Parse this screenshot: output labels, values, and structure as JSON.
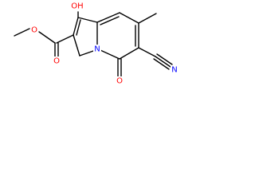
{
  "molecule": {
    "atom_labels": {
      "hydroxyl": "OH",
      "ester_carbonyl_o": "O",
      "ester_ether_o": "O",
      "ring_nitrogen": "N",
      "ketone_o": "O",
      "nitrile_n": "N"
    },
    "colors": {
      "bond": "#000000",
      "oxygen": "#ff0000",
      "nitrogen": "#0000ff",
      "background": "#ffffff"
    }
  }
}
